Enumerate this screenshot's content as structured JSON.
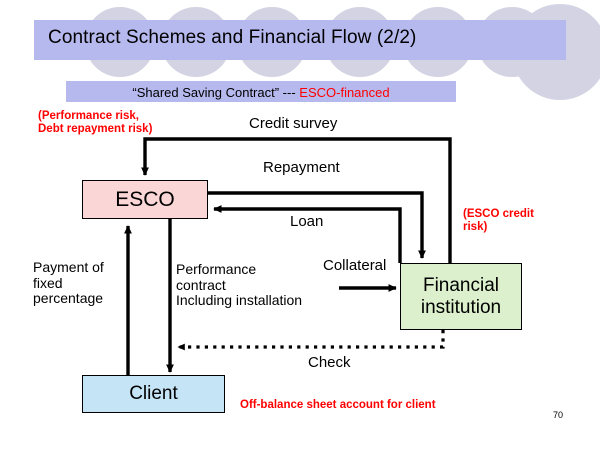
{
  "slide": {
    "title": "Contract Schemes and Financial Flow (2/2)",
    "page_number": "70",
    "colors": {
      "banner": "#b6b9ee",
      "esco_box": "#fbd6d6",
      "financial_box": "#dcf0cd",
      "client_box": "#c5e4f5",
      "accent_red": "#ff0000",
      "line": "#000000",
      "decor_circle": "#d2d2e2"
    }
  },
  "subtitle": {
    "quoted": "“Shared Saving Contract” --- ",
    "highlight": "ESCO-financed"
  },
  "nodes": {
    "esco": "ESCO",
    "financial_institution_line1": "Financial",
    "financial_institution_line2": "institution",
    "client": "Client"
  },
  "annotations": {
    "performance_risk": "(Performance risk,\nDebt repayment risk)",
    "esco_credit_risk": "(ESCO credit\nrisk)",
    "off_balance": "Off-balance sheet account for client"
  },
  "edge_labels": {
    "credit_survey": "Credit survey",
    "repayment": "Repayment",
    "loan": "Loan",
    "collateral": "Collateral",
    "payment_fixed": "Payment of\nfixed\npercentage",
    "performance_contract": "Performance\ncontract\nIncluding installation",
    "check": "Check"
  }
}
